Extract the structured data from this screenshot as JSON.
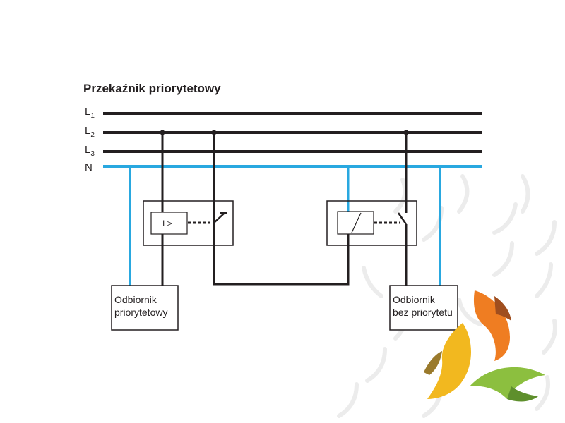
{
  "title": "Przekaźnik priorytetowy",
  "lines": {
    "l1": {
      "main": "L",
      "sub": "1"
    },
    "l2": {
      "main": "L",
      "sub": "2"
    },
    "l3": {
      "main": "L",
      "sub": "3"
    },
    "n": "N"
  },
  "relay_symbol": "I >",
  "receiver_priority": {
    "line1": "Odbiornik",
    "line2": "priorytetowy"
  },
  "receiver_non_priority": {
    "line1": "Odbiornik",
    "line2": "bez priorytetu"
  },
  "colors": {
    "phase": "#231f20",
    "neutral": "#29a8e0",
    "logo_orange": "#ef7d22",
    "logo_yellow": "#f2b81f",
    "logo_green": "#8cbf3f",
    "watermark": "#e9e9e9"
  }
}
